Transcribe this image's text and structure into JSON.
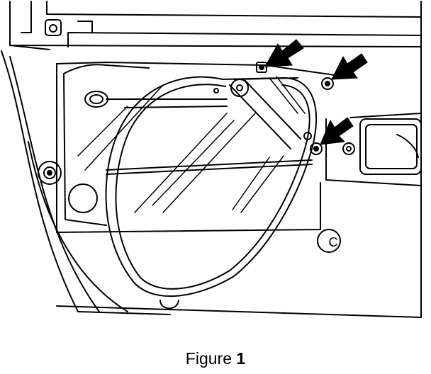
{
  "figure": {
    "caption_word": "Figure",
    "caption_number": "1"
  },
  "callouts": {
    "c_label": "C"
  },
  "colors": {
    "line": "#000000",
    "background": "#ffffff"
  }
}
